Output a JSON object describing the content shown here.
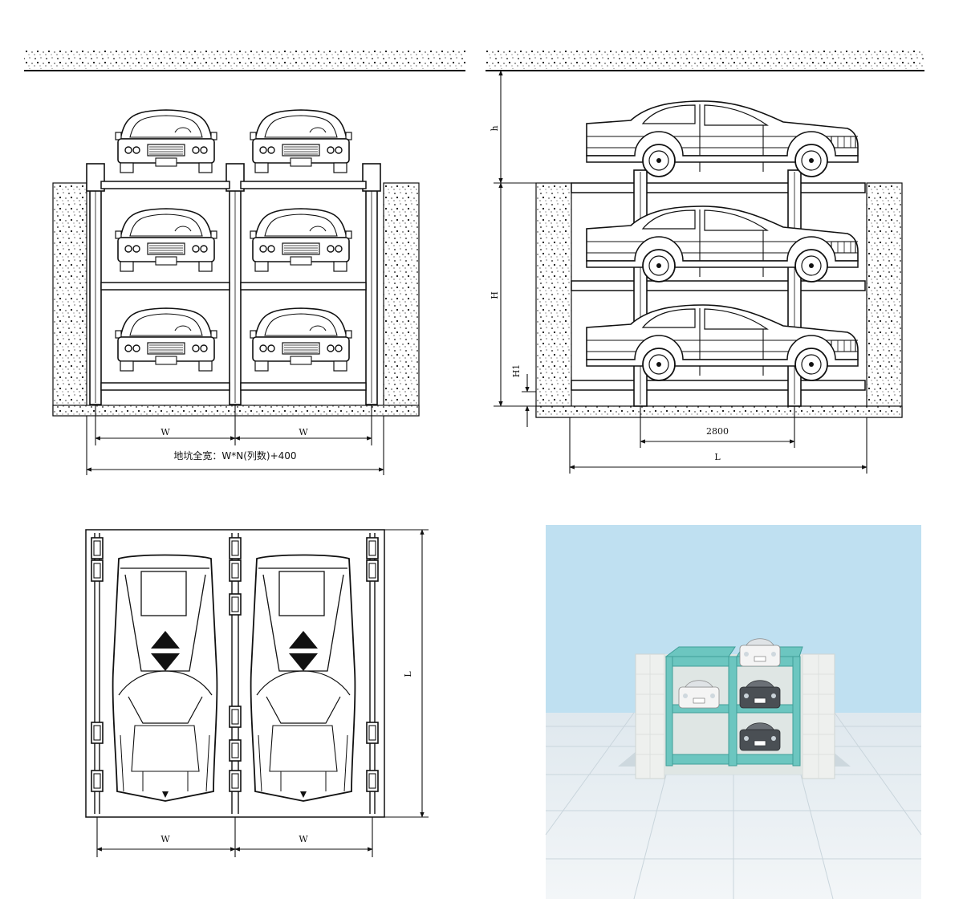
{
  "front_view": {
    "label_w_left": "W",
    "label_w_right": "W",
    "pit_width_formula": "地坑全宽：W*N(列数)+400"
  },
  "side_view": {
    "label_h_top": "h",
    "label_h_main": "H",
    "label_h1": "H1",
    "label_2800": "2800",
    "label_l": "L"
  },
  "plan_view": {
    "label_l": "L",
    "label_w_left": "W",
    "label_w_right": "W"
  },
  "render_view": {
    "description_colors": {
      "sky": "#bfe0f1",
      "frame": "#6cc6c0",
      "floor": "#e7eef2",
      "wall": "#eef0ee"
    }
  }
}
